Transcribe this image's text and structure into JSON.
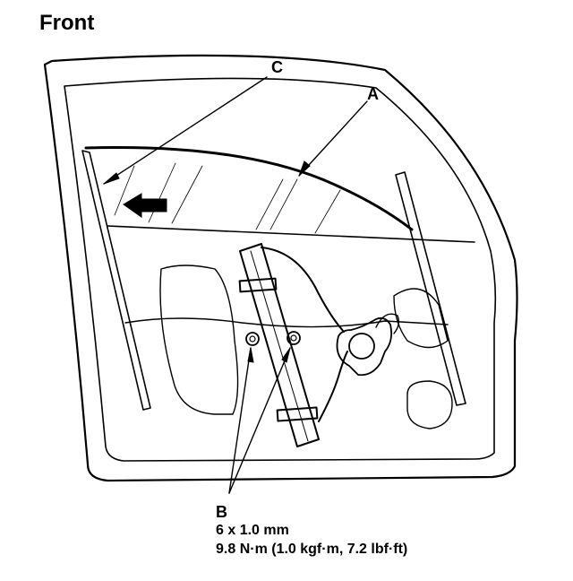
{
  "title": "Front",
  "callouts": {
    "a": "A",
    "b": "B",
    "c": "C"
  },
  "spec": {
    "bolt_size": "6 x 1.0 mm",
    "torque": "9.8 N·m (1.0 kgf·m, 7.2 lbf·ft)"
  },
  "colors": {
    "ink": "#000000",
    "paper": "#ffffff"
  },
  "icons": {
    "direction": "front-direction-arrow-icon",
    "bolt": "bolt-icon"
  }
}
